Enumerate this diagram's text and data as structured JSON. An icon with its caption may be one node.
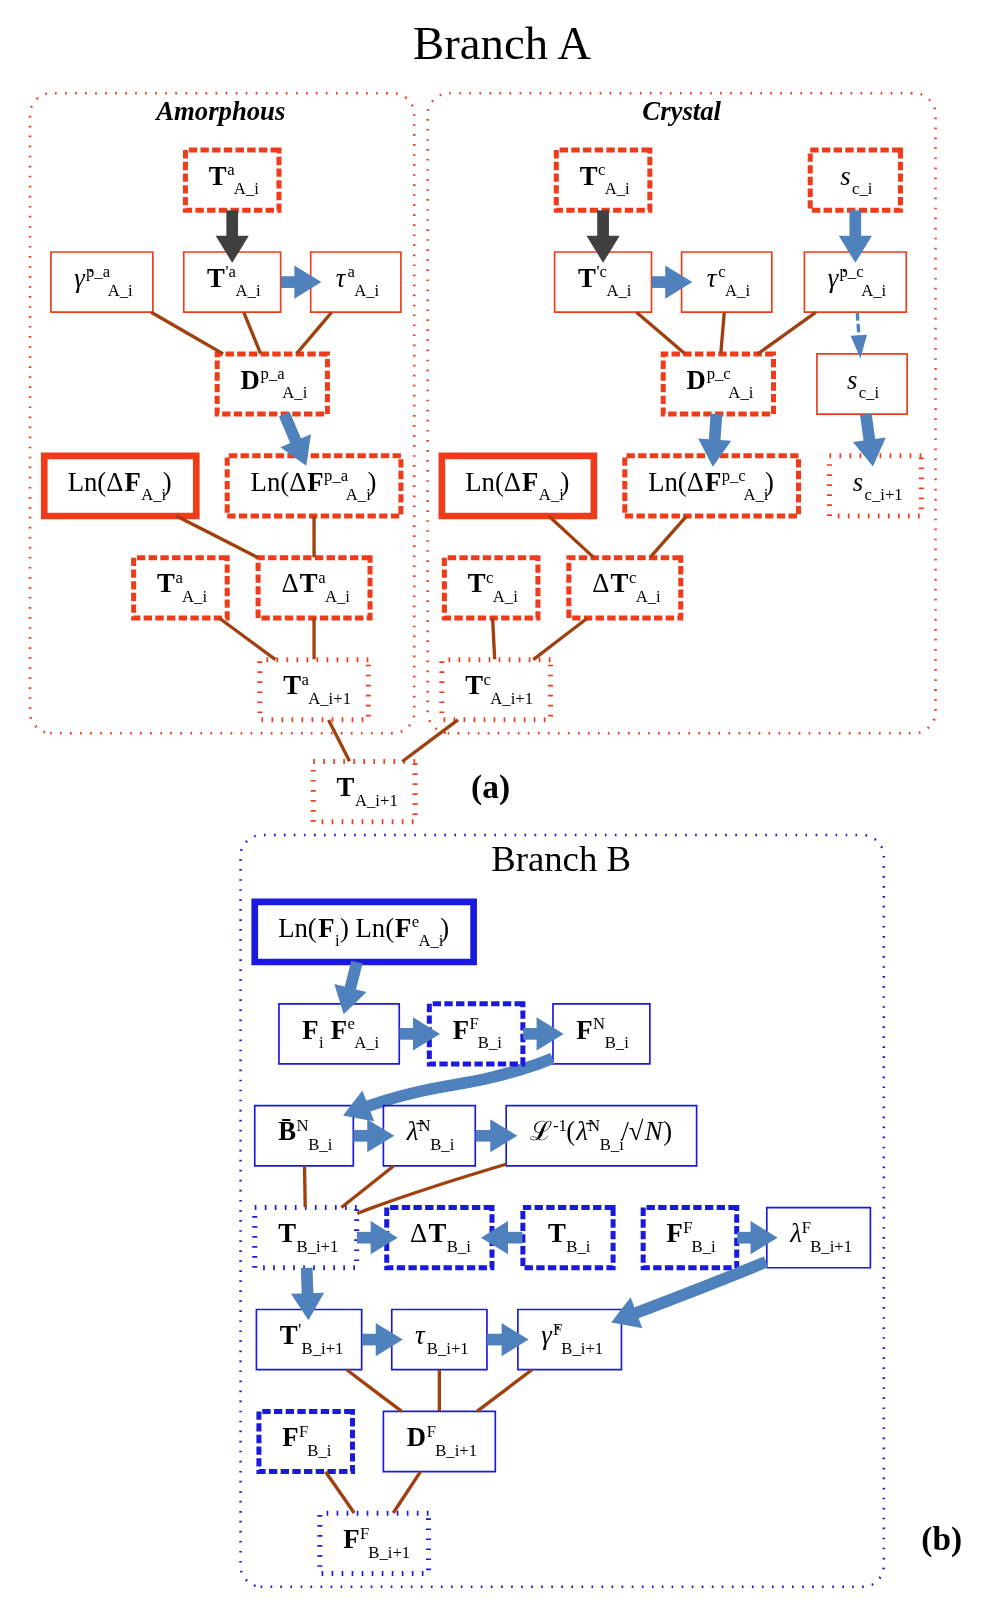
{
  "diagram": {
    "title": "Branch A",
    "nodes": [
      {
        "text": [
          "Amorphous"
        ]
      },
      {
        "text": [
          "**T**$^{a}$$_{A_i}$"
        ],
        "in": 0
      },
      {
        "text": [
          "*γ̇*$^{p_a}$$_{A_i}$"
        ],
        "in": 0
      },
      {
        "text": [
          "*τ*$^{a}$$_{A_i}$"
        ],
        "in": 0
      },
      {
        "text": [
          "**T**$^{'a}$$_{A_i}$"
        ],
        "in": 0
      },
      {
        "text": [
          "**D**$^{p_a}$$_{A_i}$"
        ],
        "in": 0
      },
      {
        "text": [
          "Ln(Δ**F**$^{p_a}$$_{A_i}$)"
        ],
        "in": 0
      },
      {
        "text": [
          "Ln(Δ**F**$_{A_i}$)"
        ],
        "in": 0
      },
      {
        "text": [
          "Δ**T**$^{a}$$_{A_i}$"
        ],
        "in": 0
      },
      {
        "text": [
          "**T**$^{a}$$_{A_i}$"
        ],
        "in": 0
      },
      {
        "text": [
          "**T**$^{a}$$_{A_i+1}$"
        ],
        "in": 0
      },
      {
        "text": [
          "Crystal"
        ]
      },
      {
        "text": [
          "*s*$_{c_i}$"
        ],
        "in": 11
      },
      {
        "text": [
          "**T**$^{c}$$_{A_i}$"
        ],
        "in": 11
      },
      {
        "text": [
          "*γ̇*$^{p_c}$$_{A_i}$"
        ],
        "in": 11
      },
      {
        "text": [
          "*τ*$^{c}$$_{A_i}$"
        ],
        "in": 11
      },
      {
        "text": [
          "**T**$^{'c}$$_{A_i}$"
        ],
        "in": 11
      },
      {
        "text": [
          "*s*$_{c_i}$"
        ],
        "in": 11
      },
      {
        "text": [
          "**D**$^{p_c}$$_{A_i}$"
        ],
        "in": 11
      },
      {
        "text": [
          "*s*$_{c_i+1}$"
        ],
        "in": 11
      },
      {
        "text": [
          "Ln(Δ**F**$^{p_c}$$_{A_i}$)"
        ],
        "in": 11
      },
      {
        "text": [
          "Ln(Δ**F**$_{A_i}$)"
        ],
        "in": 11
      },
      {
        "text": [
          "Δ**T**$^{c}$$_{A_i}$"
        ],
        "in": 11
      },
      {
        "text": [
          "**T**$^{c}$$_{A_i}$"
        ],
        "in": 11
      },
      {
        "text": [
          "**T**$^{c}$$_{A_i+1}$"
        ],
        "in": 11
      },
      {
        "text": [
          "**T**$_{A_i+1}$"
        ]
      },
      {
        "text": [
          "Branch B"
        ]
      },
      {
        "text": [
          "Ln(**F**$_{i}$) Ln(**F**$^{e}$$_{A_i}$)"
        ],
        "in": 26
      },
      {
        "text": [
          "**F**$^{N}$$_{B_i}$"
        ],
        "in": 26
      },
      {
        "text": [
          "**F**$^{F}$$_{B_i}$"
        ],
        "in": 26
      },
      {
        "text": [
          "**F**$_{i}$ **F**$^{e}$$_{A_i}$"
        ],
        "in": 26
      },
      {
        "text": [
          "**B̄**$^{N}$$_{B_i}$"
        ],
        "in": 26
      },
      {
        "text": [
          "*λ̄*$^{N}$$_{B_i}$"
        ],
        "in": 26
      },
      {
        "text": [
          "ℒ$^{-1}$(*λ̄*$^{N}$$_{B_i}$/√*N*)"
        ],
        "in": 26
      },
      {
        "text": [
          "**T**$_{B_i+1}$"
        ],
        "in": 26
      },
      {
        "text": [
          "Δ**T**$_{B_i}$"
        ],
        "in": 26
      },
      {
        "text": [
          "**T**$_{B_i}$"
        ],
        "in": 26
      },
      {
        "text": [
          "**F**$^{F}$$_{B_i}$"
        ],
        "in": 26
      },
      {
        "text": [
          "*λ*$^{F}$$_{B_i+1}$"
        ],
        "in": 26
      },
      {
        "text": [
          "**T**$^{'}$$_{B_i+1}$"
        ],
        "in": 26
      },
      {
        "text": [
          "*τ*$_{B_i+1}$"
        ],
        "in": 26
      },
      {
        "text": [
          "*γ̇*$^{F}$$_{B_i+1}$"
        ],
        "in": 26
      },
      {
        "text": [
          "**D**$^{F}$$_{B_i+1}$"
        ],
        "in": 26
      },
      {
        "text": [
          "**F**$^{F}$$_{B_i}$"
        ],
        "in": 26
      },
      {
        "text": [
          "**F**$^{F}$$_{B_i+1}$"
        ],
        "in": 26
      }
    ],
    "edges": [
      {
        "from": 1,
        "to": 4,
        "arrow": "to",
        "style": "thick",
        "color": "#404040"
      },
      {
        "from": 4,
        "to": 3,
        "arrow": "to",
        "style": "thick",
        "color": "#4f81bd"
      },
      {
        "from": 2,
        "to": 5,
        "arrow": "none",
        "color": "#a0400f"
      },
      {
        "from": 3,
        "to": 5,
        "arrow": "none",
        "color": "#a0400f"
      },
      {
        "from": 4,
        "to": 5,
        "arrow": "none",
        "color": "#a0400f"
      },
      {
        "from": 5,
        "to": 6,
        "arrow": "to",
        "style": "thick",
        "color": "#4f81bd"
      },
      {
        "from": 6,
        "to": 8,
        "arrow": "none",
        "color": "#a0400f"
      },
      {
        "from": 7,
        "to": 8,
        "arrow": "none",
        "color": "#a0400f"
      },
      {
        "from": 8,
        "to": 10,
        "arrow": "none",
        "color": "#a0400f"
      },
      {
        "from": 9,
        "to": 10,
        "arrow": "none",
        "color": "#a0400f"
      },
      {
        "from": 12,
        "to": 14,
        "arrow": "to",
        "style": "thick",
        "color": "#4f81bd"
      },
      {
        "from": 13,
        "to": 16,
        "arrow": "to",
        "style": "thick",
        "color": "#404040"
      },
      {
        "from": 16,
        "to": 15,
        "arrow": "to",
        "style": "thick",
        "color": "#4f81bd"
      },
      {
        "from": 14,
        "to": 18,
        "arrow": "none",
        "color": "#a0400f"
      },
      {
        "from": 15,
        "to": 18,
        "arrow": "none",
        "color": "#a0400f"
      },
      {
        "from": 16,
        "to": 18,
        "arrow": "none",
        "color": "#a0400f"
      },
      {
        "from": 14,
        "to": 17,
        "arrow": "to",
        "style": "dashed",
        "color": "#4f81bd"
      },
      {
        "from": 17,
        "to": 19,
        "arrow": "to",
        "style": "thick",
        "color": "#4f81bd"
      },
      {
        "from": 18,
        "to": 20,
        "arrow": "to",
        "style": "thick",
        "color": "#4f81bd"
      },
      {
        "from": 20,
        "to": 22,
        "arrow": "none",
        "color": "#a0400f"
      },
      {
        "from": 21,
        "to": 22,
        "arrow": "none",
        "color": "#a0400f"
      },
      {
        "from": 22,
        "to": 24,
        "arrow": "none",
        "color": "#a0400f"
      },
      {
        "from": 23,
        "to": 24,
        "arrow": "none",
        "color": "#a0400f"
      },
      {
        "from": 10,
        "to": 25,
        "arrow": "none",
        "color": "#a0400f"
      },
      {
        "from": 24,
        "to": 25,
        "arrow": "none",
        "color": "#a0400f"
      },
      {
        "from": 27,
        "to": 30,
        "arrow": "to",
        "style": "thick",
        "color": "#4f81bd"
      },
      {
        "from": 30,
        "to": 29,
        "arrow": "to",
        "style": "thick",
        "color": "#4f81bd"
      },
      {
        "from": 29,
        "to": 28,
        "arrow": "to",
        "style": "thick",
        "color": "#4f81bd"
      },
      {
        "from": 28,
        "to": 31,
        "arrow": "to",
        "style": "thick",
        "color": "#4f81bd"
      },
      {
        "from": 31,
        "to": 32,
        "arrow": "to",
        "style": "thick",
        "color": "#4f81bd"
      },
      {
        "from": 32,
        "to": 33,
        "arrow": "to",
        "style": "thick",
        "color": "#4f81bd"
      },
      {
        "from": 31,
        "to": 34,
        "arrow": "none",
        "color": "#a0400f"
      },
      {
        "from": 32,
        "to": 34,
        "arrow": "none",
        "color": "#a0400f"
      },
      {
        "from": 33,
        "to": 34,
        "arrow": "none",
        "color": "#a0400f"
      },
      {
        "from": 34,
        "to": 35,
        "arrow": "to",
        "style": "thick",
        "color": "#4f81bd"
      },
      {
        "from": 36,
        "to": 35,
        "arrow": "to",
        "style": "thick",
        "color": "#4f81bd"
      },
      {
        "from": 34,
        "to": 39,
        "arrow": "to",
        "style": "thick",
        "color": "#4f81bd"
      },
      {
        "from": 37,
        "to": 38,
        "arrow": "to",
        "style": "thick",
        "color": "#4f81bd"
      },
      {
        "from": 38,
        "to": 41,
        "arrow": "to",
        "style": "thick",
        "color": "#4f81bd"
      },
      {
        "from": 39,
        "to": 40,
        "arrow": "to",
        "style": "thick",
        "color": "#4f81bd"
      },
      {
        "from": 40,
        "to": 41,
        "arrow": "to",
        "style": "thick",
        "color": "#4f81bd"
      },
      {
        "from": 39,
        "to": 42,
        "arrow": "none",
        "color": "#a0400f"
      },
      {
        "from": 40,
        "to": 42,
        "arrow": "none",
        "color": "#a0400f"
      },
      {
        "from": 41,
        "to": 42,
        "arrow": "none",
        "color": "#a0400f"
      },
      {
        "from": 42,
        "to": 44,
        "arrow": "none",
        "color": "#a0400f"
      },
      {
        "from": 43,
        "to": 44,
        "arrow": "none",
        "color": "#a0400f"
      }
    ],
    "labels": [
      "(a)",
      "(b)"
    ]
  }
}
